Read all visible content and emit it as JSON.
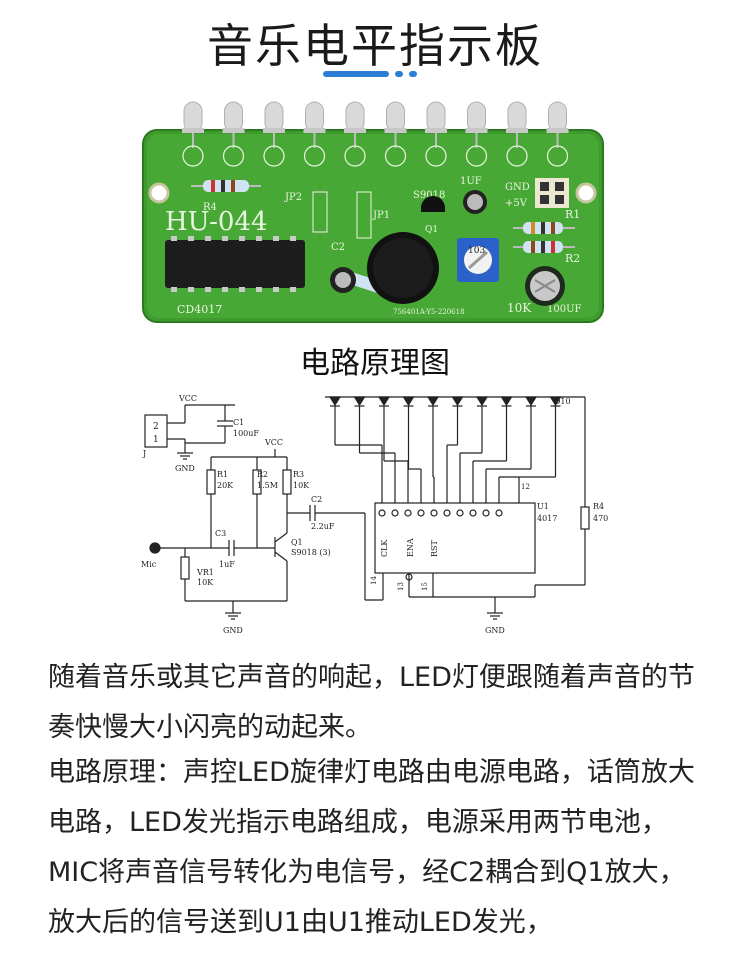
{
  "title": "音乐电平指示板",
  "accent_color": "#2a7fd4",
  "pcb": {
    "model": "HU-044",
    "chip": "CD4017",
    "labels": {
      "r4": "R4",
      "jp2": "JP2",
      "jp1": "JP1",
      "c2": "C2",
      "transistor": "S9018",
      "cap_1uf": "1UF",
      "q1": "Q1",
      "gnd": "GND",
      "vcc5": "+5V",
      "r1": "R1",
      "r2": "R2",
      "pot_code": "103",
      "pot_value": "10K",
      "cap_100uf": "100UF",
      "serial": "756401A-Y5-220618"
    }
  },
  "schematic_title": "电路原理图",
  "schematic": {
    "vcc": "VCC",
    "c1": "C1",
    "c1_val": "100uF",
    "gnd": "GND",
    "j": "J",
    "jpin2": "2",
    "jpin1": "1",
    "r1": "R1",
    "r1_val": "20K",
    "r2": "R2",
    "r2_val": "1.5M",
    "r3": "R3",
    "r3_val": "10K",
    "c2": "C2",
    "c2_val": "2.2uF",
    "c3": "C3",
    "c3_val": "1uF",
    "q1": "Q1",
    "q1_val": "S9018 (3)",
    "mic": "Mic",
    "vr1": "VR1",
    "vr1_val": "10K",
    "u1": "U1",
    "u1_val": "4017",
    "r4": "R4",
    "r4_val": "470",
    "d10": "D10",
    "clk": "CLK",
    "ena": "ENA",
    "rst": "RST",
    "pin14": "14",
    "pin13": "13",
    "pin15": "15",
    "pin12": "12"
  },
  "paragraphs": {
    "p1": "随着音乐或其它声音的响起，LED灯便跟随着声音的节奏快慢大小闪亮的动起来。",
    "p2": "电路原理：声控LED旋律灯电路由电源电路，话筒放大电路，LED发光指示电路组成，电源采用两节电池，MIC将声音信号转化为电信号，经C2耦合到Q1放大，放大后的信号送到U1由U1推动LED发光，"
  }
}
